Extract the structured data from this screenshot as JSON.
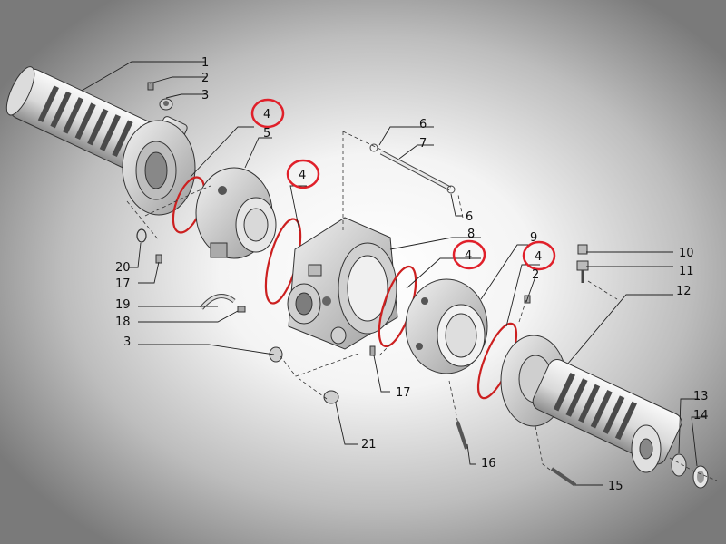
{
  "callouts": {
    "c1": "1",
    "c2a": "2",
    "c3a": "3",
    "c4a": "4",
    "c5": "5",
    "c4b": "4",
    "c6a": "6",
    "c7": "7",
    "c6b": "6",
    "c8": "8",
    "c4c": "4",
    "c9": "9",
    "c4d": "4",
    "c2b": "2",
    "c10": "10",
    "c11": "11",
    "c12": "12",
    "c20": "20",
    "c17a": "17",
    "c19": "19",
    "c18": "18",
    "c3b": "3",
    "c17b": "17",
    "c21": "21",
    "c16": "16",
    "c15": "15",
    "c13": "13",
    "c14": "14"
  },
  "colors": {
    "highlight_circle": "#e0202a",
    "oring": "#cc2020",
    "casting": "#e8e8e8",
    "casting_shadow": "#9a9a9a"
  }
}
